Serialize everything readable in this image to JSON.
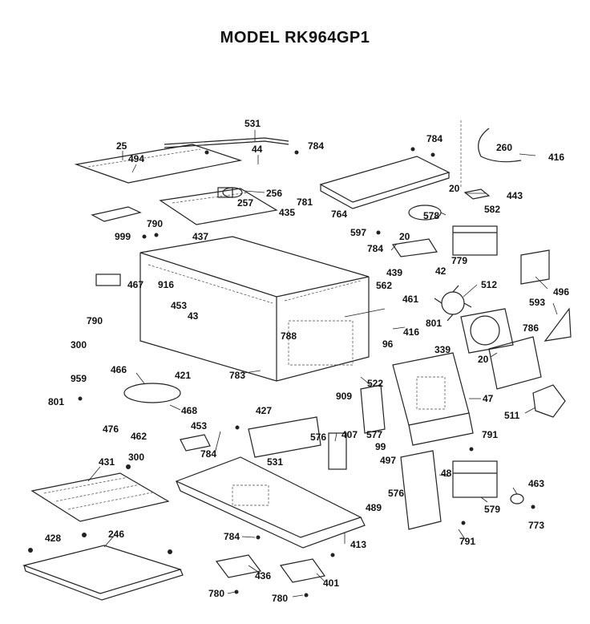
{
  "title": "MODEL RK964GP1",
  "part_labels": {
    "p25": "25",
    "p494": "494",
    "p531a": "531",
    "p44": "44",
    "p784a": "784",
    "p784b": "784",
    "p260": "260",
    "p416a": "416",
    "p20a": "20",
    "p443": "443",
    "p256": "256",
    "p257": "257",
    "p781": "781",
    "p435": "435",
    "p790a": "790",
    "p999": "999",
    "p437": "437",
    "p764": "764",
    "p578": "578",
    "p597": "597",
    "p20b": "20",
    "p582": "582",
    "p784c": "784",
    "p779": "779",
    "p439": "439",
    "p42": "42",
    "p496": "496",
    "p467": "467",
    "p916": "916",
    "p453a": "453",
    "p43": "43",
    "p562": "562",
    "p461": "461",
    "p512": "512",
    "p593": "593",
    "p790b": "790",
    "p300a": "300",
    "p466": "466",
    "p788": "788",
    "p416b": "416",
    "p801a": "801",
    "p96": "96",
    "p339": "339",
    "p786": "786",
    "p20c": "20",
    "p783": "783",
    "p959": "959",
    "p801b": "801",
    "p421": "421",
    "p522": "522",
    "p47": "47",
    "p909": "909",
    "p511": "511",
    "p468": "468",
    "p476": "476",
    "p462": "462",
    "p453b": "453",
    "p427": "427",
    "p576a": "576",
    "p407": "407",
    "p577": "577",
    "p99": "99",
    "p791a": "791",
    "p784d": "784",
    "p431": "431",
    "p300b": "300",
    "p531b": "531",
    "p497": "497",
    "p48": "48",
    "p576b": "576",
    "p463": "463",
    "p489": "489",
    "p579": "579",
    "p773": "773",
    "p428": "428",
    "p246": "246",
    "p784e": "784",
    "p413": "413",
    "p791b": "791",
    "p436": "436",
    "p401": "401",
    "p780a": "780",
    "p780b": "780"
  }
}
